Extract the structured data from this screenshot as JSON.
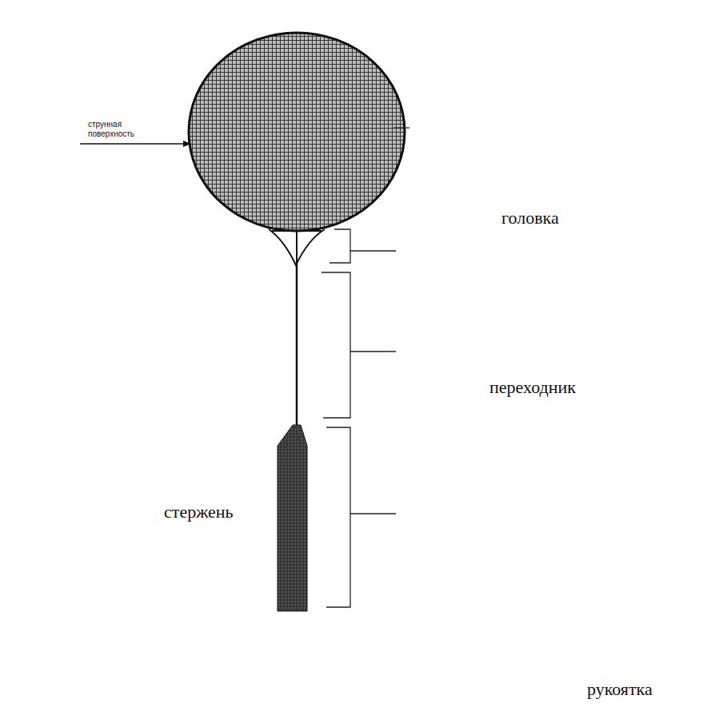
{
  "diagram": {
    "labels": [
      "струнная поверхность",
      "головка",
      "переходник",
      "стержень",
      "рукоятка"
    ]
  }
}
